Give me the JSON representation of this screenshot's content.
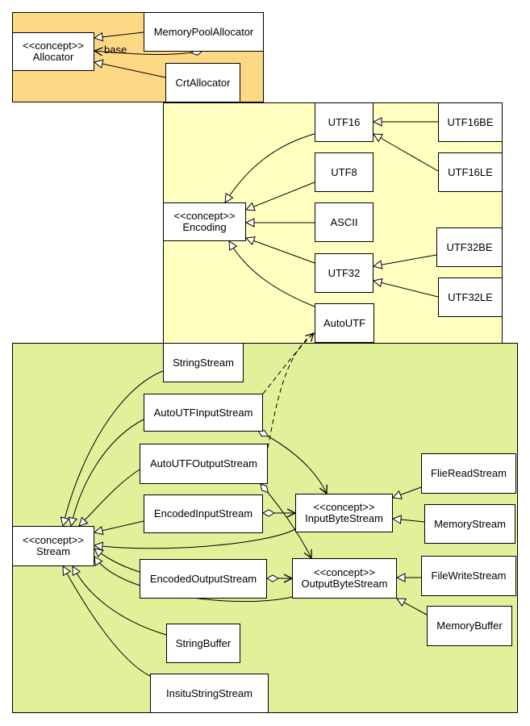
{
  "colors": {
    "allocator_group": "#fed985",
    "encoding_group": "#ffffc0",
    "stream_group": "#e1f19a"
  },
  "nodes": {
    "allocator": {
      "stereotype": "<<concept>>",
      "name": "Allocator"
    },
    "memory_pool_allocator": {
      "name": "MemoryPoolAllocator"
    },
    "crt_allocator": {
      "name": "CrtAllocator"
    },
    "encoding": {
      "stereotype": "<<concept>>",
      "name": "Encoding"
    },
    "utf16": {
      "name": "UTF16"
    },
    "utf16be": {
      "name": "UTF16BE"
    },
    "utf16le": {
      "name": "UTF16LE"
    },
    "utf8": {
      "name": "UTF8"
    },
    "ascii": {
      "name": "ASCII"
    },
    "utf32": {
      "name": "UTF32"
    },
    "utf32be": {
      "name": "UTF32BE"
    },
    "utf32le": {
      "name": "UTF32LE"
    },
    "autoutf": {
      "name": "AutoUTF"
    },
    "stream": {
      "stereotype": "<<concept>>",
      "name": "Stream"
    },
    "string_stream": {
      "name": "StringStream"
    },
    "autoutf_input_stream": {
      "name": "AutoUTFInputStream"
    },
    "autoutf_output_stream": {
      "name": "AutoUTFOutputStream"
    },
    "encoded_input_stream": {
      "name": "EncodedInputStream"
    },
    "encoded_output_stream": {
      "name": "EncodedOutputStream"
    },
    "string_buffer": {
      "name": "StringBuffer"
    },
    "insitu_string_stream": {
      "name": "InsituStringStream"
    },
    "input_byte_stream": {
      "stereotype": "<<concept>>",
      "name": "InputByteStream"
    },
    "output_byte_stream": {
      "stereotype": "<<concept>>",
      "name": "OutputByteStream"
    },
    "file_read_stream": {
      "name": "FlieReadStream"
    },
    "memory_stream": {
      "name": "MemoryStream"
    },
    "file_write_stream": {
      "name": "FileWriteStream"
    },
    "memory_buffer": {
      "name": "MemoryBuffer"
    }
  },
  "edge_labels": {
    "base": "base"
  }
}
